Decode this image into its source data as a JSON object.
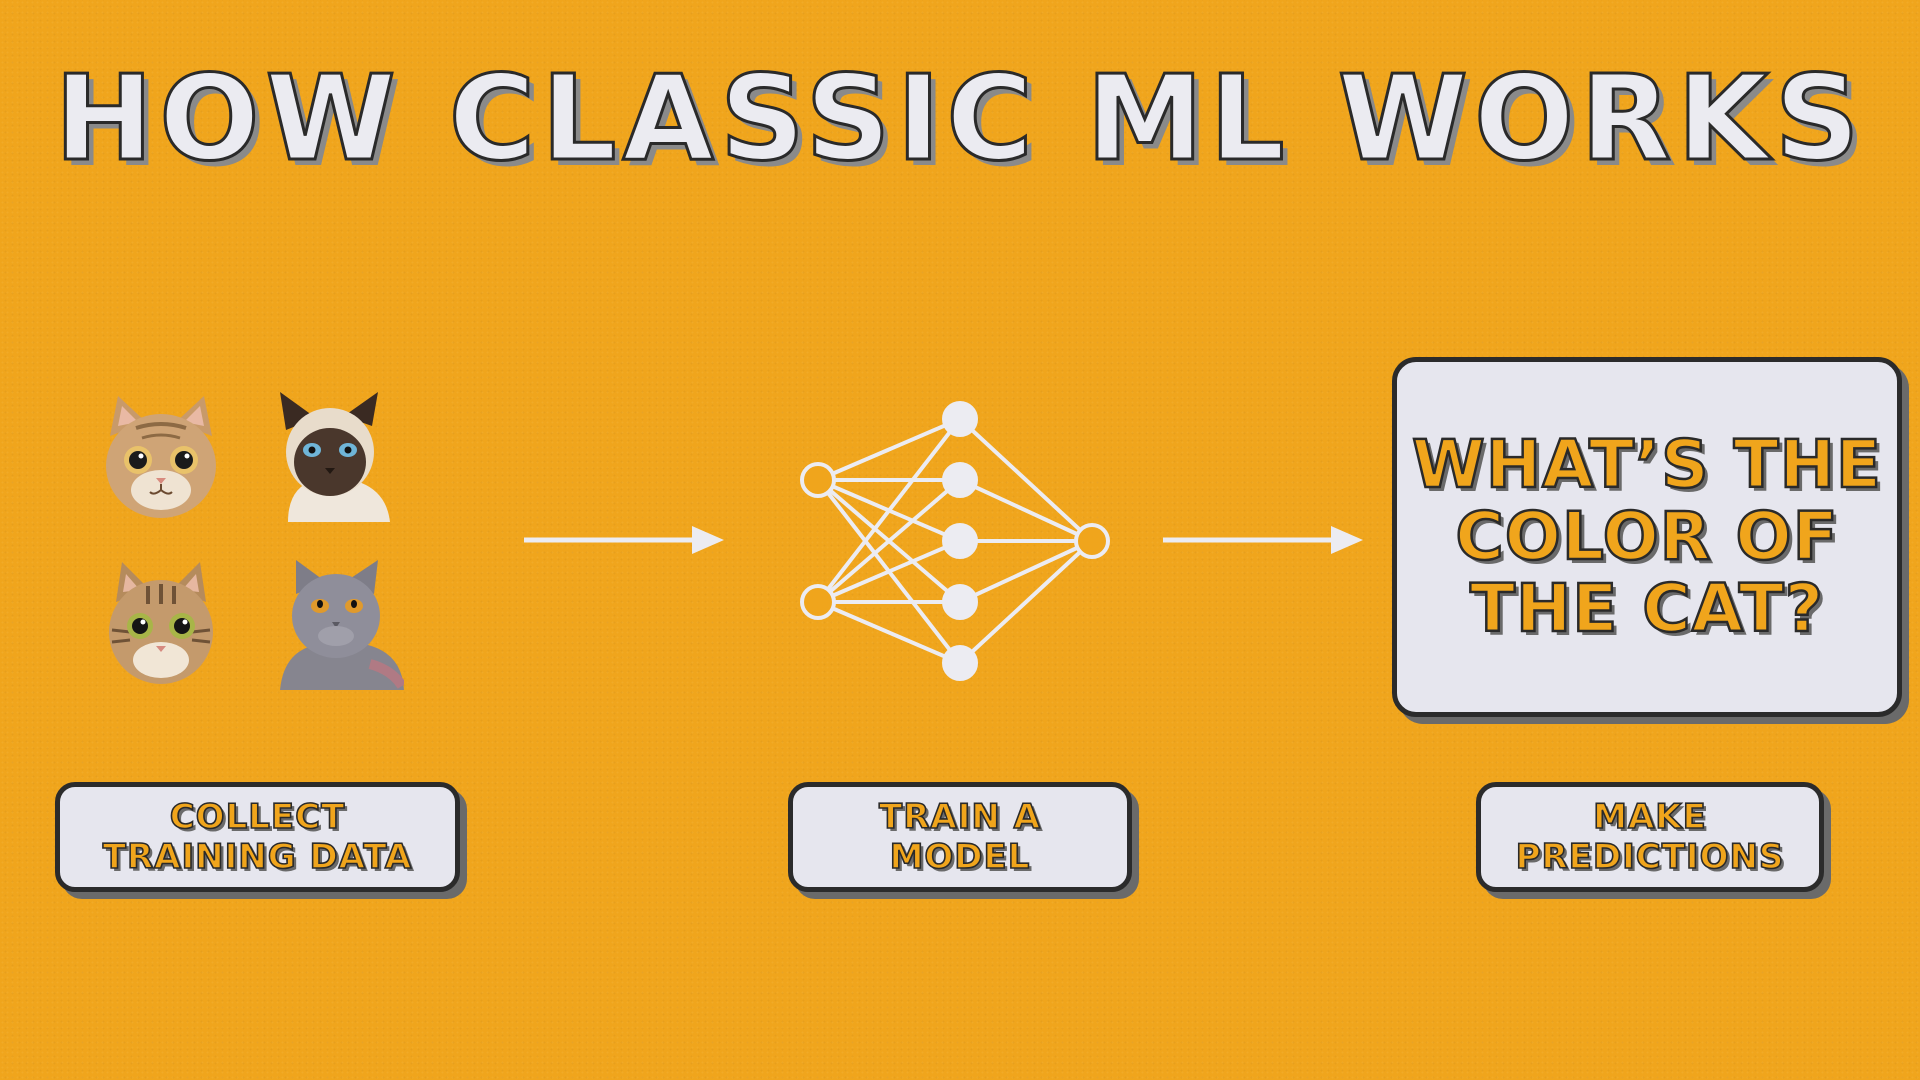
{
  "title": "HOW CLASSIC ML WORKS",
  "question_box": {
    "text": "WHAT’S THE COLOR OF THE CAT?"
  },
  "steps": [
    {
      "label": "COLLECT TRAINING DATA"
    },
    {
      "label": "TRAIN A MODEL"
    },
    {
      "label": "MAKE PREDICTIONS"
    }
  ],
  "training_images": [
    {
      "icon": "tabby-cat-icon"
    },
    {
      "icon": "siamese-cat-icon"
    },
    {
      "icon": "tabby-kitten-icon"
    },
    {
      "icon": "gray-cat-icon"
    }
  ],
  "network": {
    "icon": "neural-network-icon",
    "layers": [
      2,
      5,
      1
    ]
  },
  "colors": {
    "background": "#f0a51c",
    "panel": "#e6e6ee",
    "outline": "#2b2b2b",
    "diagram_lines": "#ececf2"
  }
}
